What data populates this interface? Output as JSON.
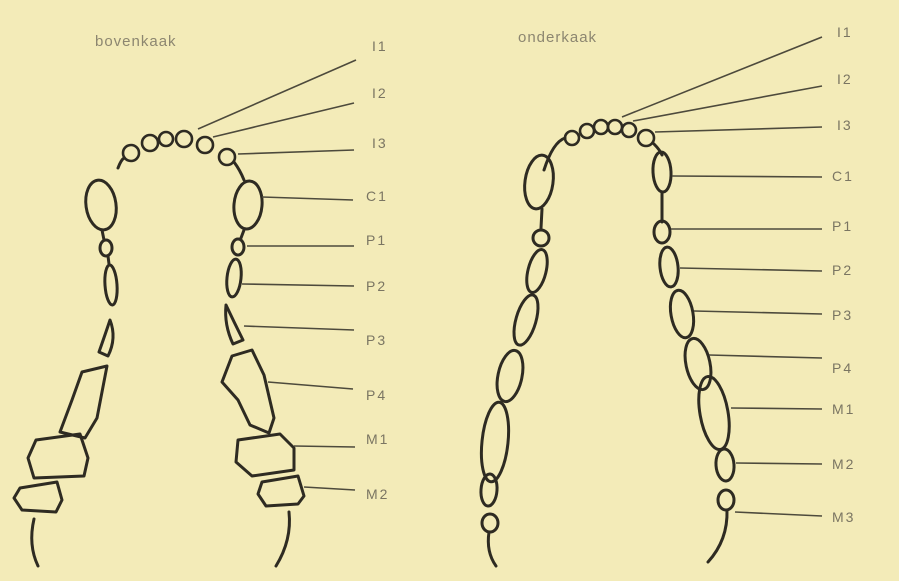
{
  "upper_jaw": {
    "title": "bovenkaak",
    "labels": [
      "I1",
      "I2",
      "I3",
      "C1",
      "P1",
      "P2",
      "P3",
      "P4",
      "M1",
      "M2"
    ]
  },
  "lower_jaw": {
    "title": "onderkaak",
    "labels": [
      "I1",
      "I2",
      "I3",
      "C1",
      "P1",
      "P2",
      "P3",
      "P4",
      "M1",
      "M2",
      "M3"
    ]
  }
}
